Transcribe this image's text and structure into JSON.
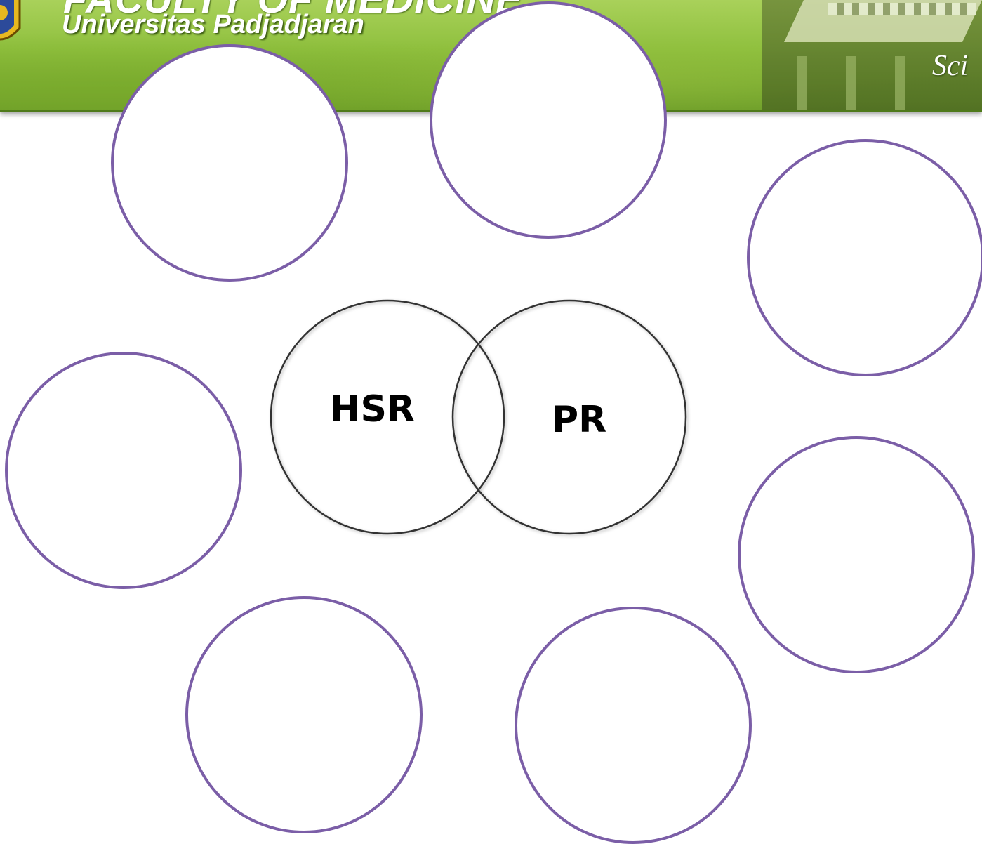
{
  "banner": {
    "faculty_text": "FACULTY OF MEDICINE",
    "university_text": "Universitas Padjadjaran",
    "tagline_text": "Sci"
  },
  "venn": {
    "left_label": "HSR",
    "right_label": "PR"
  },
  "colors": {
    "outer_circle_stroke": "#7b5ea7",
    "venn_stroke": "#333333",
    "banner_green": "#8fc03e"
  }
}
